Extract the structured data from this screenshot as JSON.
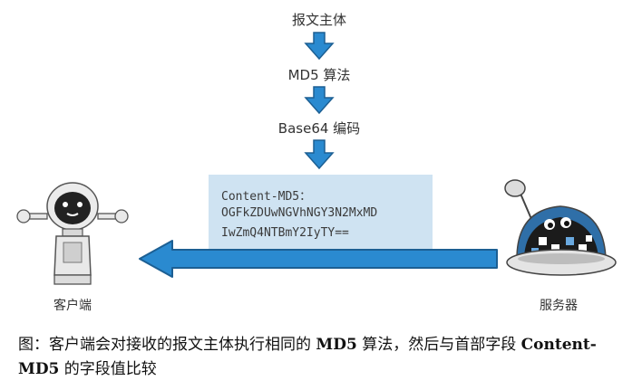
{
  "steps": [
    "报文主体",
    "MD5 算法",
    "Base64 编码"
  ],
  "code_box": {
    "lines": [
      "Content-MD5：",
      "OGFkZDUwNGVhNGY3N2MxMD",
      "IwZmQ4NTBmY2IyTY=="
    ]
  },
  "client_label": "客户端",
  "server_label": "服务器",
  "caption": {
    "part1": "图：客户端会对接收的报文主体执行相同的 ",
    "bold1": "MD5",
    "part2": " 算法，然后与首部字段 ",
    "bold2": "Content-MD5",
    "part3": " 的字段值比较"
  },
  "colors": {
    "arrow_blue": "#2a8ad0",
    "code_bg": "#cfe3f2"
  }
}
